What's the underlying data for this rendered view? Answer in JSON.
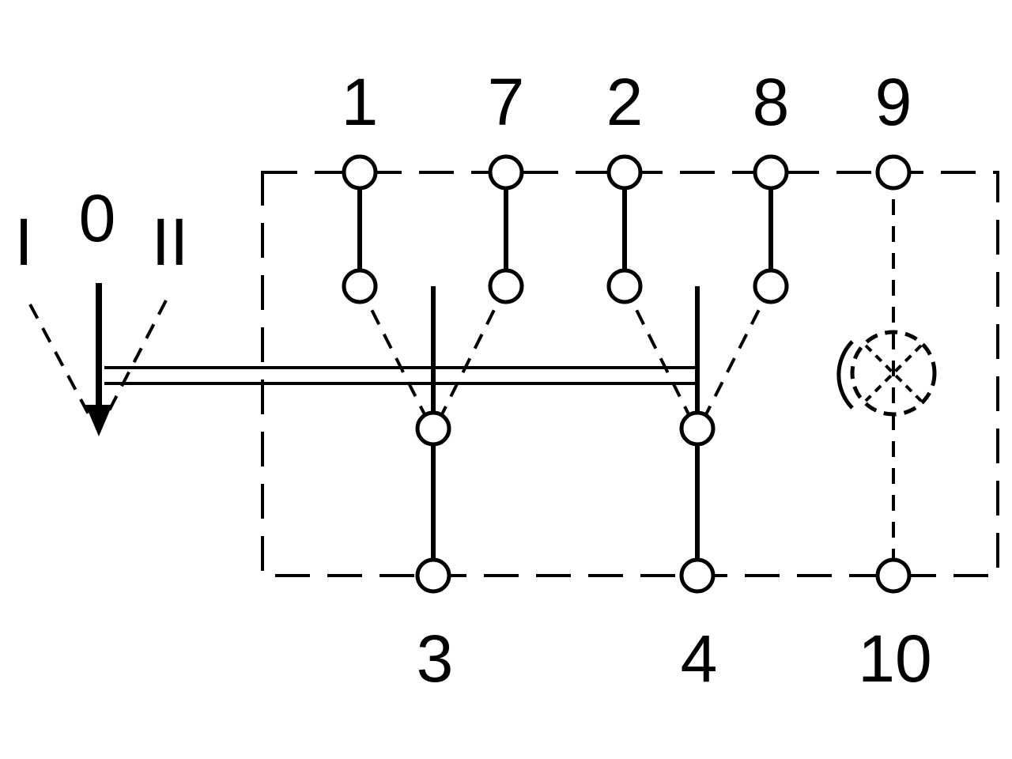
{
  "diagram": {
    "terminals_top": [
      "1",
      "7",
      "2",
      "8",
      "9"
    ],
    "terminals_bottom": [
      "3",
      "4",
      "10"
    ],
    "positions": [
      "I",
      "0",
      "II"
    ]
  }
}
